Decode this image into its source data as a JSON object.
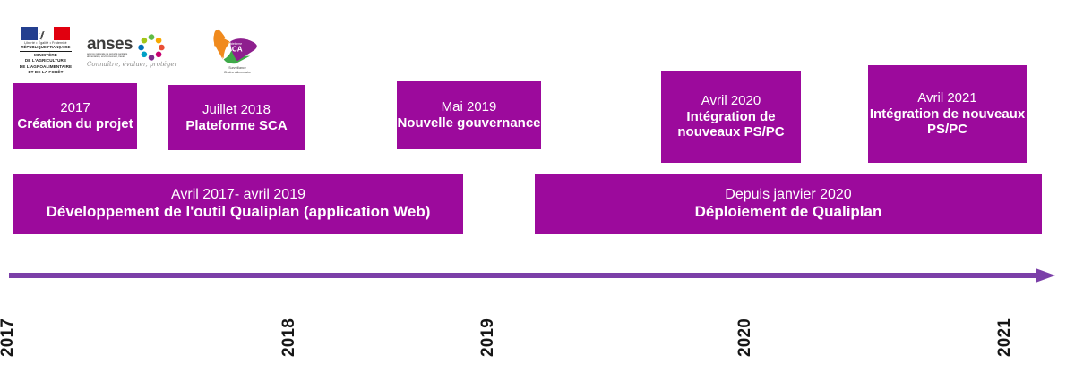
{
  "palette": {
    "box_purple": "#9c0a9c",
    "axis_purple": "#7b3fa8",
    "text_dark": "#161616",
    "background": "#ffffff"
  },
  "logos": [
    {
      "id": "marianne",
      "name": "ministere-agriculture-logo",
      "devise": "Liberté • Égalité • Fraternité",
      "republic": "RÉPUBLIQUE FRANÇAISE",
      "ministry": "MINISTÈRE\nDE L'AGRICULTURE\nDE L'AGROALIMENTAIRE\nET DE LA FORÊT",
      "ministry_lines": [
        "MINISTÈRE",
        "DE L'AGRICULTURE",
        "DE L'AGROALIMENTAIRE",
        "ET DE LA FORÊT"
      ]
    },
    {
      "id": "anses",
      "name": "anses-logo",
      "wordmark": "anses",
      "subtitle": "agence nationale de sécurité sanitaire alimentation, environnement, travail",
      "tagline": "Connaître, évaluer, protéger"
    },
    {
      "id": "sca",
      "name": "sca-logo",
      "mark_text_small": "Plateforme",
      "mark_text": "SCA",
      "caption_lines": [
        "Surveillance",
        "Chaîne Alimentaire"
      ]
    }
  ],
  "milestones": [
    {
      "id": "2017",
      "date": "2017",
      "label": "Création du projet"
    },
    {
      "id": "2018",
      "date": "Juillet 2018",
      "label": "Plateforme SCA"
    },
    {
      "id": "2019",
      "date": "Mai 2019",
      "label": "Nouvelle gouvernance"
    },
    {
      "id": "2020",
      "date": "Avril 2020",
      "label": "Intégration de nouveaux PS/PC"
    },
    {
      "id": "2021",
      "date": "Avril 2021",
      "label": "Intégration de nouveaux PS/PC"
    }
  ],
  "phases": [
    {
      "id": "dev",
      "period": "Avril 2017- avril 2019",
      "label": "Développement de l'outil Qualiplan (application Web)"
    },
    {
      "id": "deploy",
      "period": "Depuis janvier 2020",
      "label": "Déploiement de Qualiplan"
    }
  ],
  "axis": {
    "name": "timeline-axis",
    "direction": "left-to-right-arrow",
    "years": [
      "2017",
      "2018",
      "2019",
      "2020",
      "2021"
    ]
  },
  "chart_data": {
    "type": "timeline",
    "title": "",
    "x_axis": {
      "label": "",
      "ticks": [
        "2017",
        "2018",
        "2019",
        "2020",
        "2021"
      ],
      "range": [
        "2017",
        "2021"
      ]
    },
    "events": [
      {
        "date": "2017",
        "text": "Création du projet"
      },
      {
        "date": "Juillet 2018",
        "text": "Plateforme SCA"
      },
      {
        "date": "Mai 2019",
        "text": "Nouvelle gouvernance"
      },
      {
        "date": "Avril 2020",
        "text": "Intégration de nouveaux PS/PC"
      },
      {
        "date": "Avril 2021",
        "text": "Intégration de nouveaux PS/PC"
      }
    ],
    "spans": [
      {
        "start": "Avril 2017",
        "end": "Avril 2019",
        "text": "Développement de l'outil Qualiplan (application Web)"
      },
      {
        "start": "Janvier 2020",
        "end": "present",
        "text": "Déploiement de Qualiplan"
      }
    ]
  }
}
